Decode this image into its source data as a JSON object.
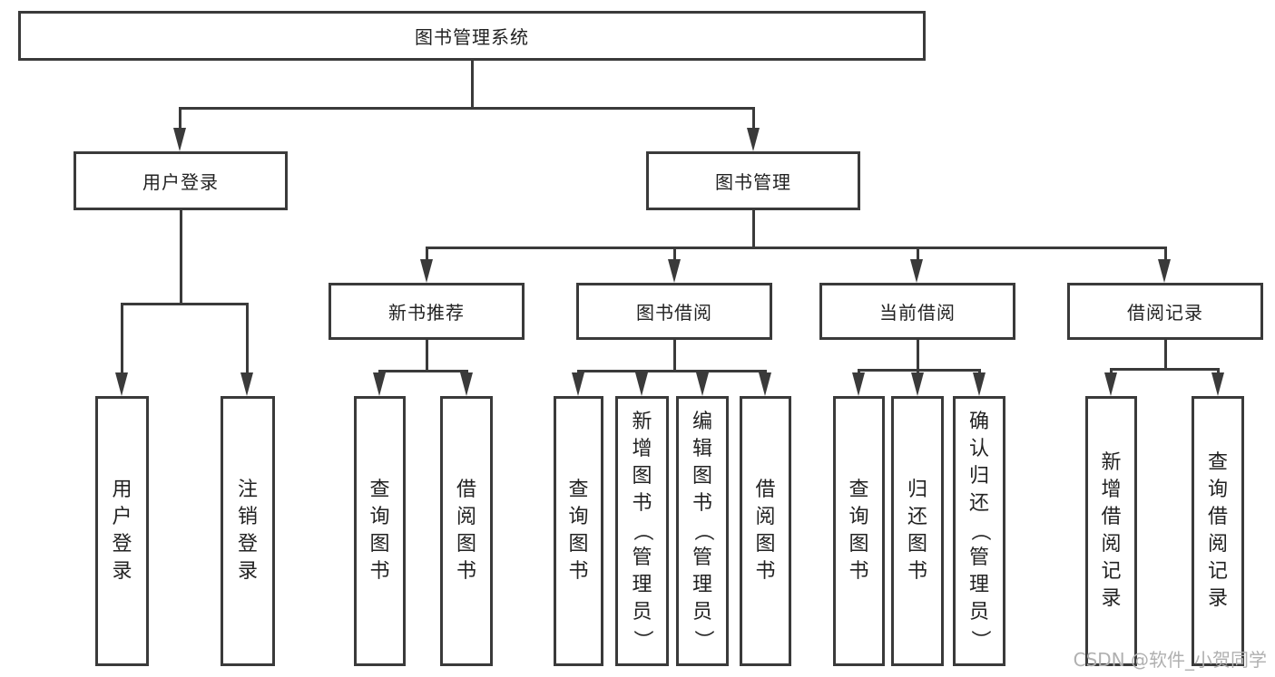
{
  "diagram": {
    "root": "图书管理系统",
    "level2": [
      "用户登录",
      "图书管理"
    ],
    "level3": [
      "新书推荐",
      "图书借阅",
      "当前借阅",
      "借阅记录"
    ],
    "leaves": [
      "用户登录",
      "注销登录",
      "查询图书",
      "借阅图书",
      "查询图书",
      "新增图书（管理员）",
      "编辑图书（管理员）",
      "借阅图书",
      "查询图书",
      "归还图书",
      "确认归还（管理员）",
      "新增借阅记录",
      "查询借阅记录"
    ]
  },
  "watermark": "CSDN @软件_小贺同学",
  "colors": {
    "line": "#3a3a3a",
    "text": "#222222",
    "background": "#ffffff",
    "watermark": "#b0b0b0"
  }
}
